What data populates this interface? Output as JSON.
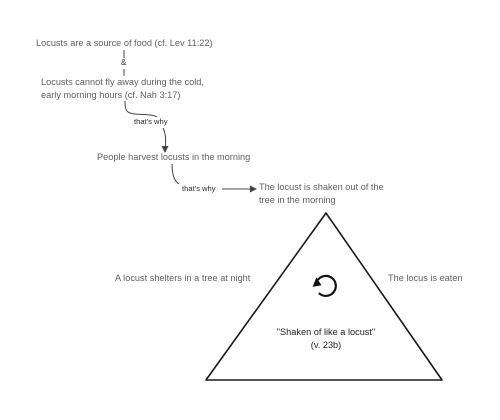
{
  "nodes": {
    "food": "Locusts are a source of food (cf. Lev 11:22)",
    "cold": "Locusts cannot fly away during the cold,\nearly morning hours (cf. Nah 3:17)",
    "harvest": "People harvest locusts in the morning",
    "shaken": "The locust is shaken out of the\ntree in the morning",
    "shelters": "A locust shelters in a tree at night",
    "eaten": "The locus is eaten"
  },
  "connectors": {
    "and": "&",
    "thats_why_1": "that's why",
    "thats_why_2": "that's why"
  },
  "cycle": {
    "icon": "cycle-icon",
    "quote": "\"Shaken of like a locust\"",
    "reference": "(v. 23b)"
  },
  "colors": {
    "node_text": "#5f5f5f",
    "connector_line": "#444444",
    "triangle_stroke": "#1a1a1a"
  }
}
